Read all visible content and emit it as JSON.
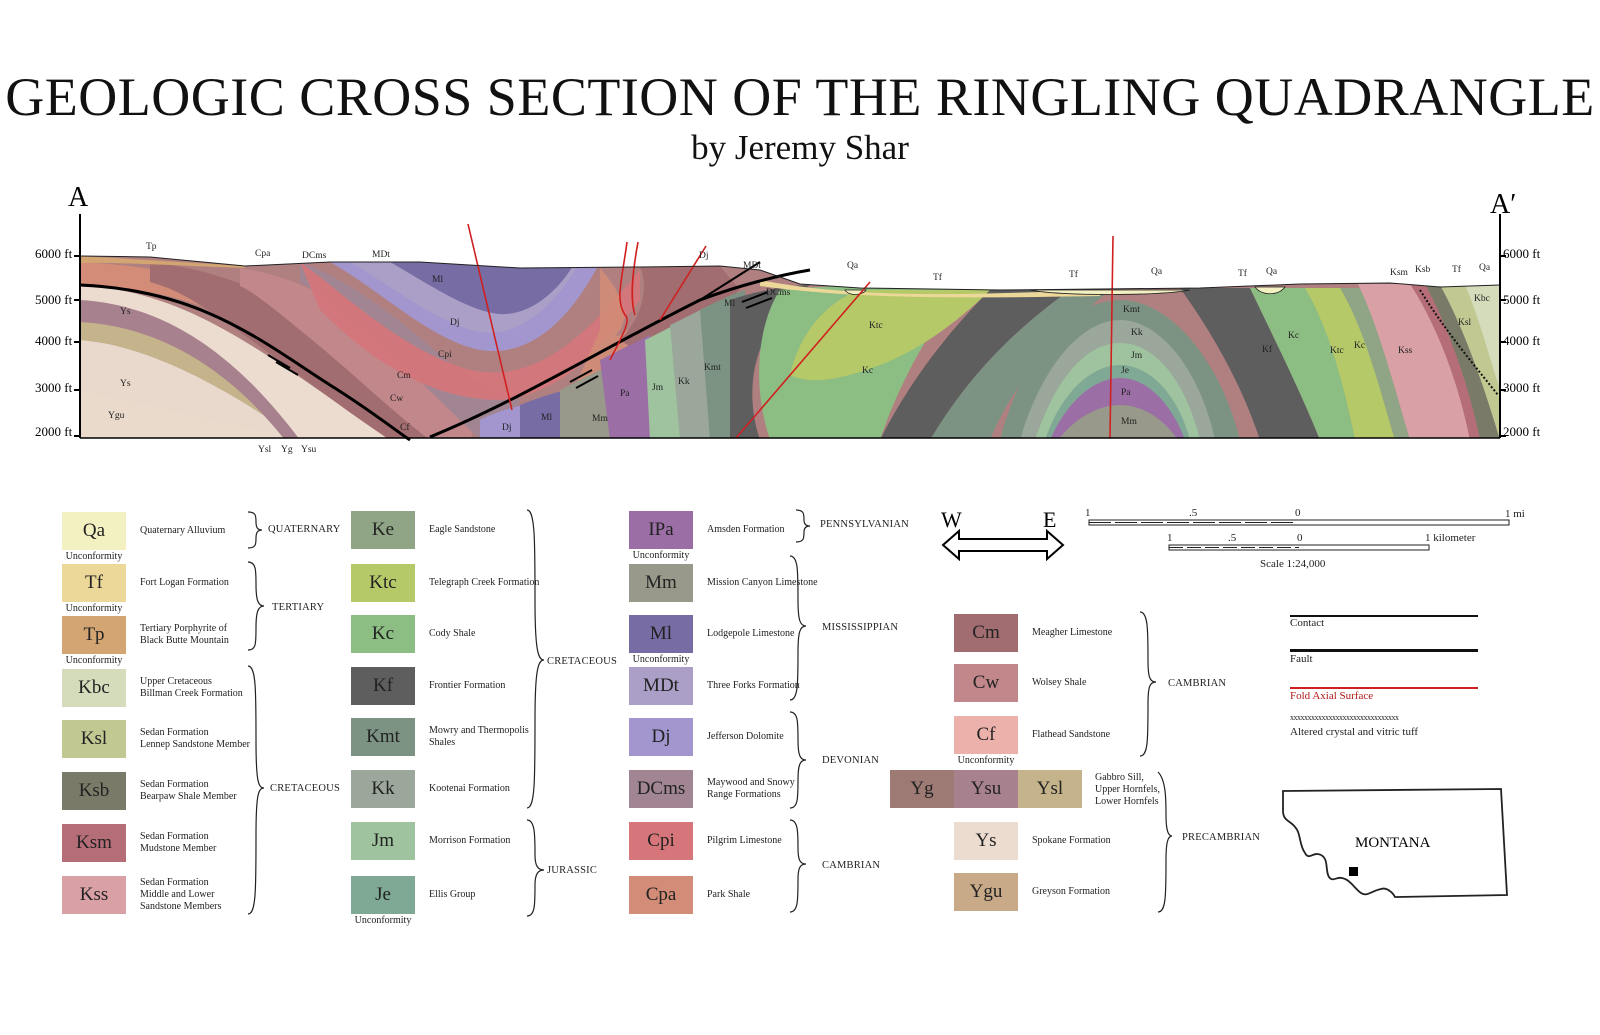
{
  "title": "GEOLOGIC CROSS SECTION OF THE RINGLING QUADRANGLE",
  "subtitle": "by Jeremy Shar",
  "section": {
    "left_label": "A",
    "right_label": "A′",
    "elevations": [
      "6000 ft",
      "5000 ft",
      "4000 ft",
      "3000 ft",
      "2000 ft"
    ],
    "labels": {
      "tp": "Tp",
      "cpa": "Cpa",
      "dcms": "DCms",
      "mdt1": "MDt",
      "ml1": "Ml",
      "dj1": "Dj",
      "cpi": "Cpi",
      "cm": "Cm",
      "cw": "Cw",
      "cf": "Cf",
      "ys1": "Ys",
      "ys2": "Ys",
      "ygu": "Ygu",
      "ysl": "Ysl",
      "yg": "Yg",
      "ysu": "Ysu",
      "dj2": "Dj",
      "ml2": "Ml",
      "mm1": "Mm",
      "pa1": "Pa",
      "jm1": "Jm",
      "kk1": "Kk",
      "kmt1": "Kmt",
      "dj3": "Dj",
      "mdt2": "MDt",
      "ml3": "Ml",
      "dcms2": "DCms",
      "qa1": "Qa",
      "tf1": "Tf",
      "ktc1": "Ktc",
      "kc1": "Kc",
      "tf2": "Tf",
      "qa2": "Qa",
      "kmt2": "Kmt",
      "kk2": "Kk",
      "jm2": "Jm",
      "je": "Je",
      "pa2": "Pa",
      "mm2": "Mm",
      "tf3": "Tf",
      "qa3": "Qa",
      "kf": "Kf",
      "kc2": "Kc",
      "ktc2": "Ktc",
      "kc3": "Kc",
      "kss": "Kss",
      "ksm": "Ksm",
      "ksb": "Ksb",
      "tf4": "Tf",
      "qa4": "Qa",
      "kbc": "Kbc",
      "ksl": "Ksl"
    }
  },
  "colors": {
    "Qa": "#f3f0c2",
    "Tf": "#ecd898",
    "Tp": "#d2a572",
    "Kbc": "#d4dcbc",
    "Ksl": "#c1c891",
    "Ksb": "#7a7a68",
    "Ksm": "#b56e78",
    "Kss": "#d9a0a6",
    "Ke": "#8fa585",
    "Ktc": "#b5c968",
    "Kc": "#8cbd82",
    "Kf": "#5e5e5e",
    "Kmt": "#7c9383",
    "Kk": "#9aa79a",
    "Jm": "#9fc39f",
    "Je": "#7fa994",
    "IPa": "#9b6ea6",
    "Mm": "#98998a",
    "Ml": "#776ca4",
    "MDt": "#ab9fc7",
    "Dj": "#a396cf",
    "DCms": "#a18593",
    "Cpi": "#d6767a",
    "Cpa": "#d28c77",
    "Cm": "#a26d70",
    "Cw": "#c1878b",
    "Cf": "#ecb1aa",
    "Yg": "#9d7a74",
    "Ysu": "#a7828e",
    "Ysl": "#c5b48b",
    "Ys": "#ecdcd0",
    "Ygu": "#c9aa88",
    "fault_line": "#d02020"
  },
  "legend": [
    {
      "sym": "Qa",
      "name": "Quaternary Alluvium",
      "unc": "Unconformity"
    },
    {
      "sym": "Tf",
      "name": "Fort Logan Formation",
      "unc": "Unconformity"
    },
    {
      "sym": "Tp",
      "name": "Tertiary Porphyrite of\nBlack Butte Mountain",
      "unc": "Unconformity"
    },
    {
      "sym": "Kbc",
      "name": "Upper Cretaceous\nBillman Creek Formation",
      "unc": ""
    },
    {
      "sym": "Ksl",
      "name": "Sedan Formation\nLennep Sandstone Member",
      "unc": ""
    },
    {
      "sym": "Ksb",
      "name": "Sedan Formation\nBearpaw Shale Member",
      "unc": ""
    },
    {
      "sym": "Ksm",
      "name": "Sedan Formation\nMudstone Member",
      "unc": ""
    },
    {
      "sym": "Kss",
      "name": "Sedan Formation\nMiddle and Lower\nSandstone Members",
      "unc": ""
    },
    {
      "sym": "Ke",
      "name": "Eagle Sandstone",
      "unc": ""
    },
    {
      "sym": "Ktc",
      "name": "Telegraph Creek Formation",
      "unc": ""
    },
    {
      "sym": "Kc",
      "name": "Cody Shale",
      "unc": ""
    },
    {
      "sym": "Kf",
      "name": "Frontier Formation",
      "unc": ""
    },
    {
      "sym": "Kmt",
      "name": "Mowry and Thermopolis\nShales",
      "unc": ""
    },
    {
      "sym": "Kk",
      "name": "Kootenai Formation",
      "unc": ""
    },
    {
      "sym": "Jm",
      "name": "Morrison Formation",
      "unc": ""
    },
    {
      "sym": "Je",
      "name": "Ellis Group",
      "unc": "Unconformity"
    },
    {
      "sym": "IPa",
      "name": "Amsden Formation",
      "unc": "Unconformity"
    },
    {
      "sym": "Mm",
      "name": "Mission Canyon Limestone",
      "unc": ""
    },
    {
      "sym": "Ml",
      "name": "Lodgepole Limestone",
      "unc": "Unconformity"
    },
    {
      "sym": "MDt",
      "name": "Three Forks Formation",
      "unc": ""
    },
    {
      "sym": "Dj",
      "name": "Jefferson Dolomite",
      "unc": ""
    },
    {
      "sym": "DCms",
      "name": "Maywood and Snowy\nRange Formations",
      "unc": ""
    },
    {
      "sym": "Cpi",
      "name": "Pilgrim Limestone",
      "unc": ""
    },
    {
      "sym": "Cpa",
      "name": "Park Shale",
      "unc": ""
    },
    {
      "sym": "Cm",
      "name": "Meagher Limestone",
      "unc": ""
    },
    {
      "sym": "Cw",
      "name": "Wolsey Shale",
      "unc": ""
    },
    {
      "sym": "Cf",
      "name": "Flathead Sandstone",
      "unc": "Unconformity"
    },
    {
      "sym": "Ys",
      "name": "Spokane Formation",
      "unc": ""
    },
    {
      "sym": "Ygu",
      "name": "Greyson Formation",
      "unc": ""
    }
  ],
  "hornfels": {
    "syms": [
      "Yg",
      "Ysu",
      "Ysl"
    ],
    "name": "Gabbro Sill,\nUpper Hornfels,\nLower Hornfels"
  },
  "periods": {
    "quaternary": "QUATERNARY",
    "tertiary": "TERTIARY",
    "cretaceous1": "CRETACEOUS",
    "cretaceous2": "CRETACEOUS",
    "jurassic": "JURASSIC",
    "pennsylvanian": "PENNSYLVANIAN",
    "mississippian": "MISSISSIPPIAN",
    "devonian": "DEVONIAN",
    "cambrian1": "CAMBRIAN",
    "cambrian2": "CAMBRIAN",
    "precambrian": "PRECAMBRIAN"
  },
  "compass": {
    "w": "W",
    "e": "E"
  },
  "scale": {
    "mile_ticks": [
      "1",
      ".5",
      "0",
      "1 mile"
    ],
    "km_ticks": [
      "1",
      ".5",
      "0",
      "1 kilometer"
    ],
    "caption": "Scale 1:24,000"
  },
  "line_legend": {
    "contact": "Contact",
    "fault": "Fault",
    "fold": "Fold Axial Surface",
    "tuff_marks": "xxxxxxxxxxxxxxxxxxxxxxxxxxxxxxx",
    "tuff": "Altered crystal and vitric tuff"
  },
  "map": {
    "label": "MONTANA"
  }
}
